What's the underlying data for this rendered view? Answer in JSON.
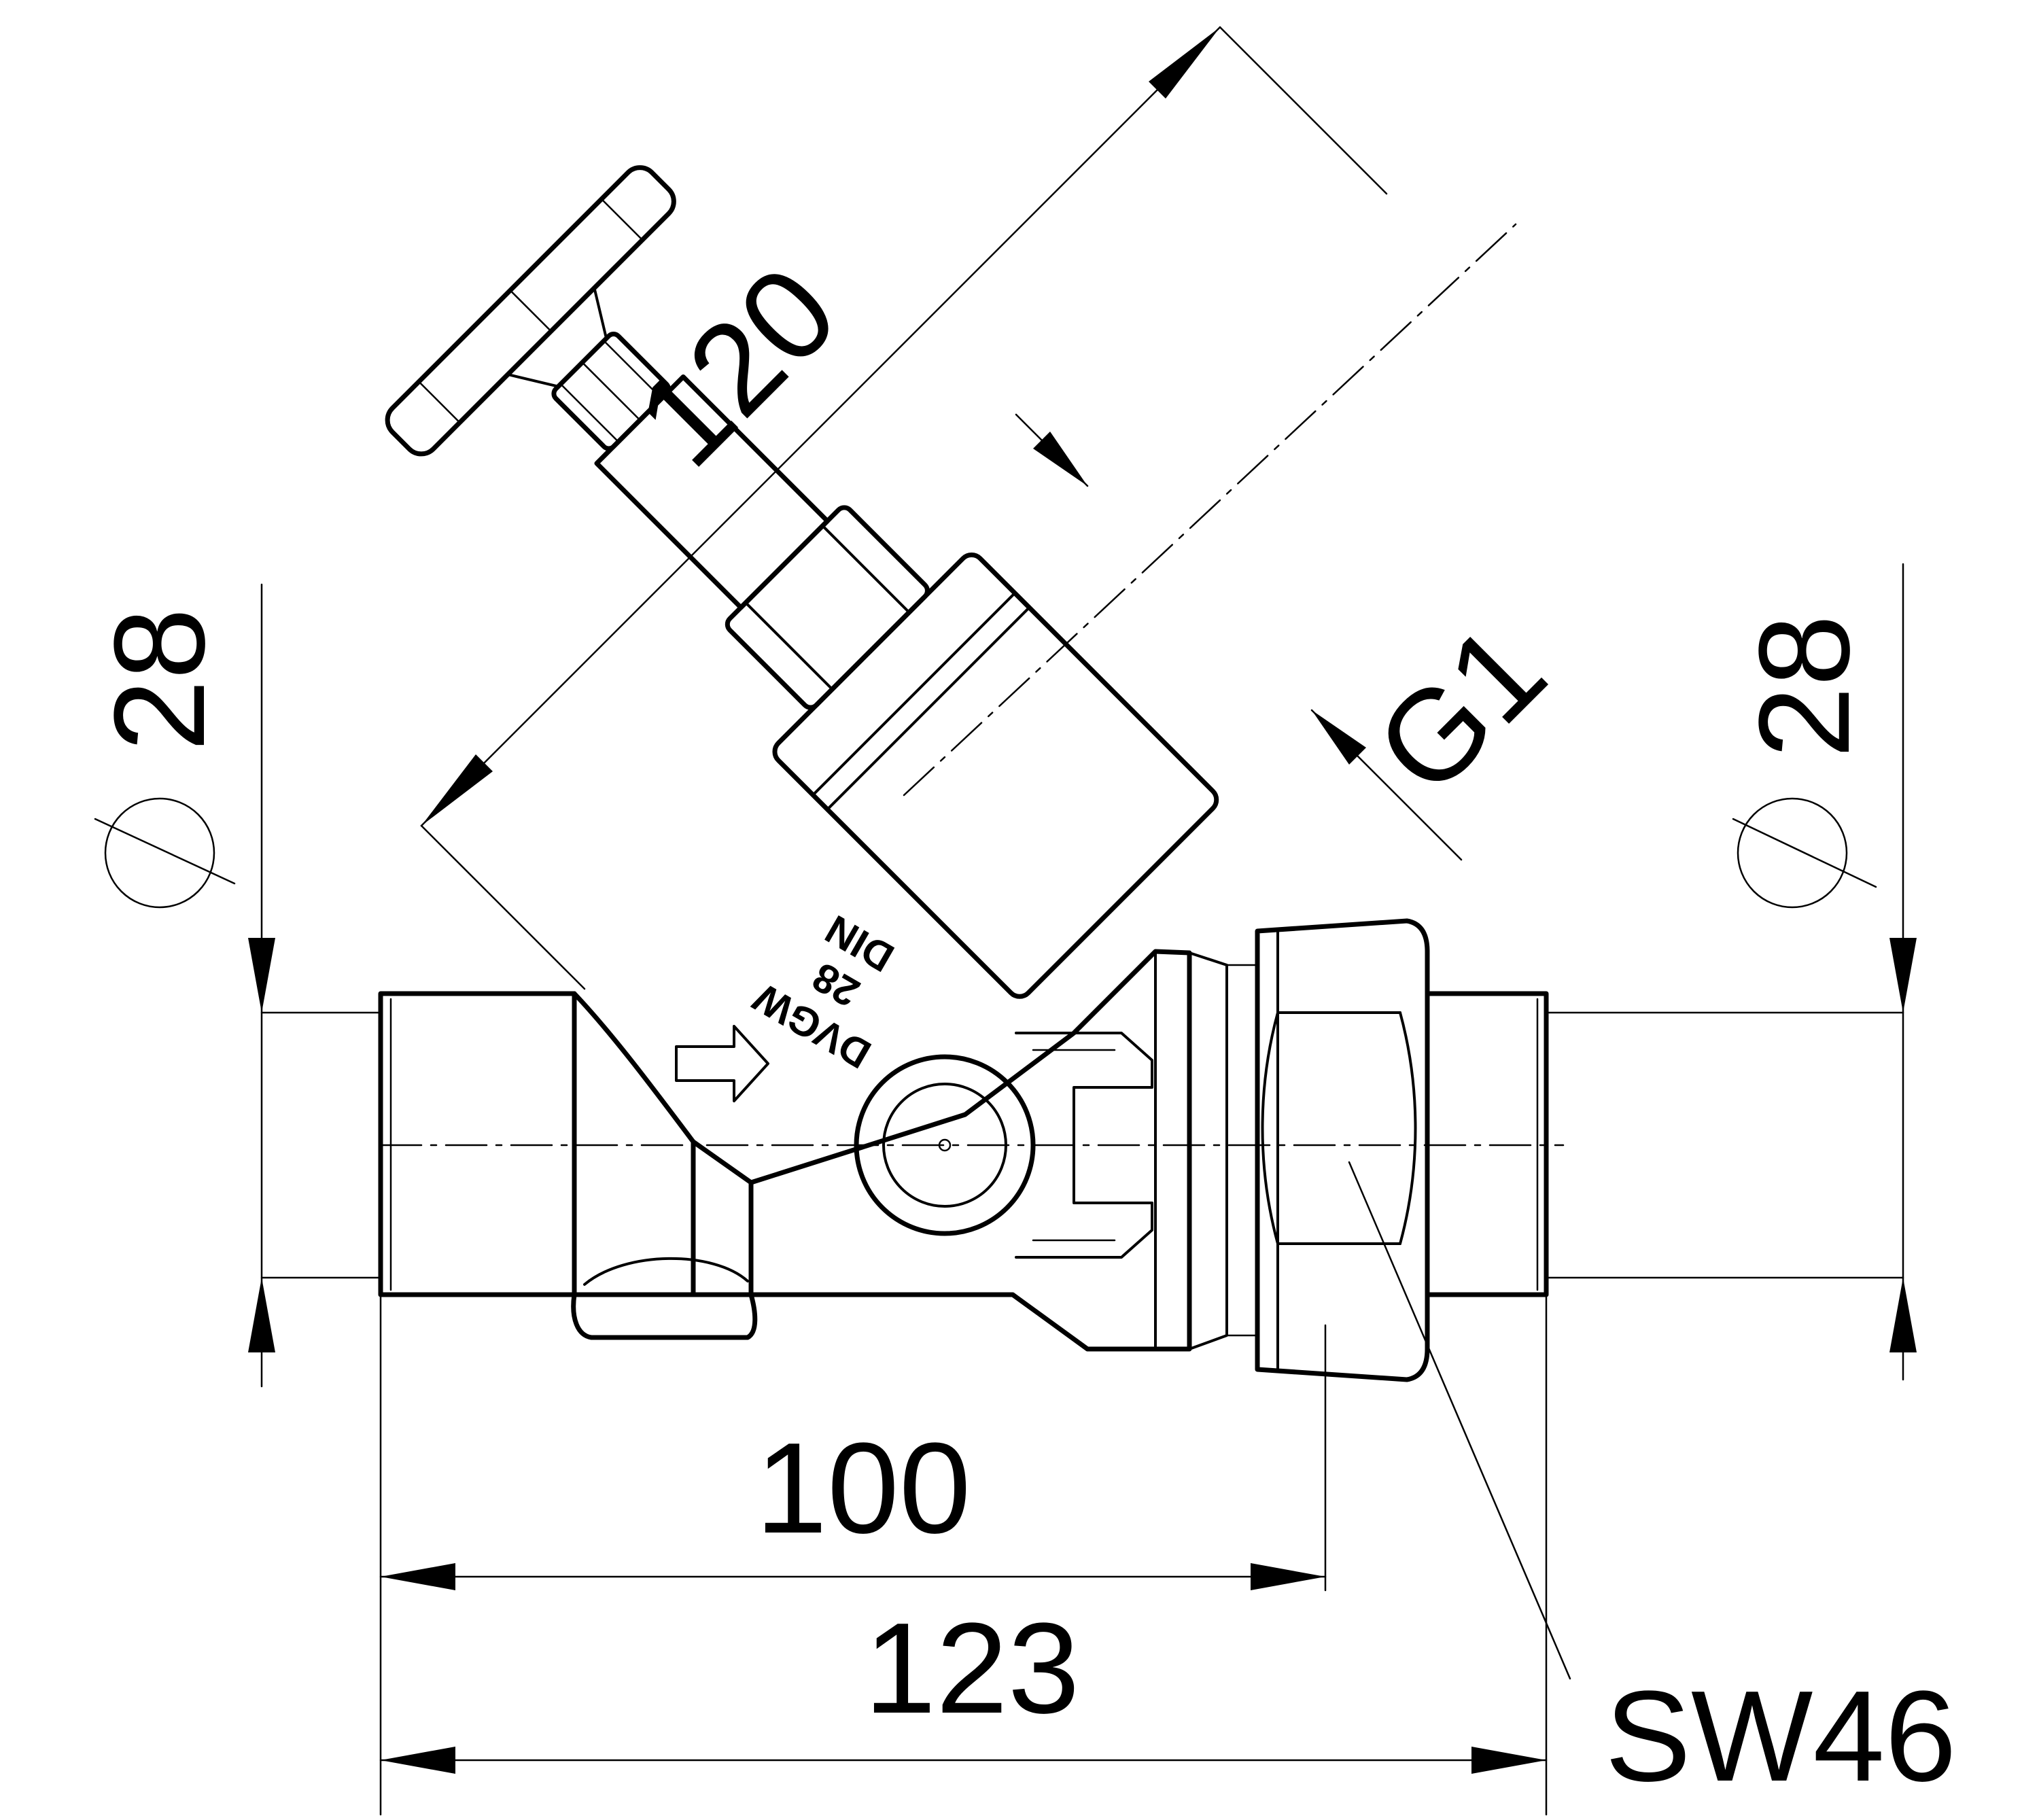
{
  "dimensions": {
    "diagonal_length": "120",
    "left_diameter_symbol": "⌀",
    "left_diameter_value": "28",
    "right_diameter_symbol": "⌀",
    "right_diameter_value": "28",
    "thread": "G1",
    "center_length": "100",
    "overall_length": "123",
    "wrench_size": "SW46"
  },
  "body_marking": {
    "line1": "DVGW",
    "line2": "28",
    "line3": "DIN"
  }
}
